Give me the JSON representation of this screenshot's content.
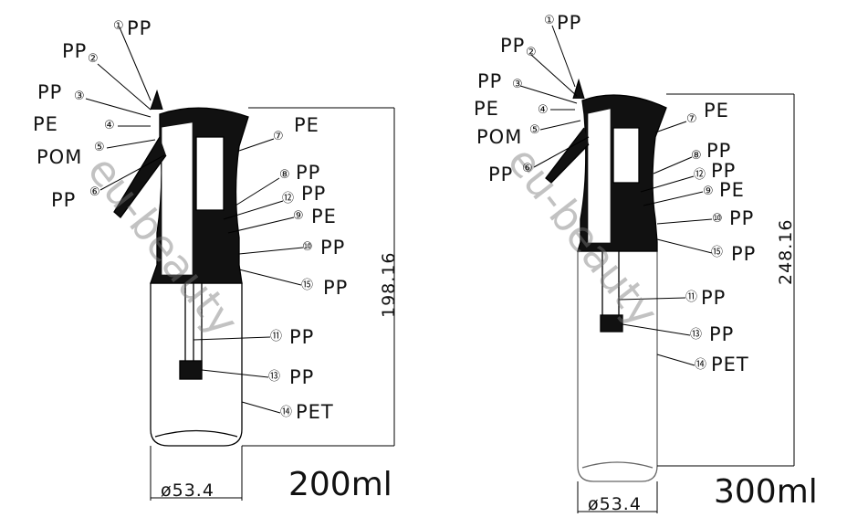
{
  "left": {
    "volume": "200ml",
    "height_dim": "198.16",
    "diameter_dim": "ø53.4",
    "callouts": [
      {
        "num": "①",
        "material": "PP"
      },
      {
        "num": "②",
        "material": "PP"
      },
      {
        "num": "③",
        "material": "PP"
      },
      {
        "num": "④",
        "material": "PE"
      },
      {
        "num": "⑤",
        "material": "POM"
      },
      {
        "num": "⑥",
        "material": "PP"
      },
      {
        "num": "⑦",
        "material": "PE"
      },
      {
        "num": "⑧",
        "material": "PP"
      },
      {
        "num": "⑫",
        "material": "PP"
      },
      {
        "num": "⑨",
        "material": "PE"
      },
      {
        "num": "⑩",
        "material": "PP"
      },
      {
        "num": "⑮",
        "material": "PP"
      },
      {
        "num": "⑪",
        "material": "PP"
      },
      {
        "num": "⑬",
        "material": "PP"
      },
      {
        "num": "⑭",
        "material": "PET"
      }
    ]
  },
  "right": {
    "volume": "300ml",
    "height_dim": "248.16",
    "diameter_dim": "ø53.4",
    "callouts": [
      {
        "num": "①",
        "material": "PP"
      },
      {
        "num": "②",
        "material": "PP"
      },
      {
        "num": "③",
        "material": "PP"
      },
      {
        "num": "④",
        "material": "PE"
      },
      {
        "num": "⑤",
        "material": "POM"
      },
      {
        "num": "⑥",
        "material": "PP"
      },
      {
        "num": "⑦",
        "material": "PE"
      },
      {
        "num": "⑧",
        "material": "PP"
      },
      {
        "num": "⑫",
        "material": "PP"
      },
      {
        "num": "⑨",
        "material": "PE"
      },
      {
        "num": "⑩",
        "material": "PP"
      },
      {
        "num": "⑮",
        "material": "PP"
      },
      {
        "num": "⑪",
        "material": "PP"
      },
      {
        "num": "⑬",
        "material": "PP"
      },
      {
        "num": "⑭",
        "material": "PET"
      }
    ]
  },
  "watermark": "eu-beauty"
}
